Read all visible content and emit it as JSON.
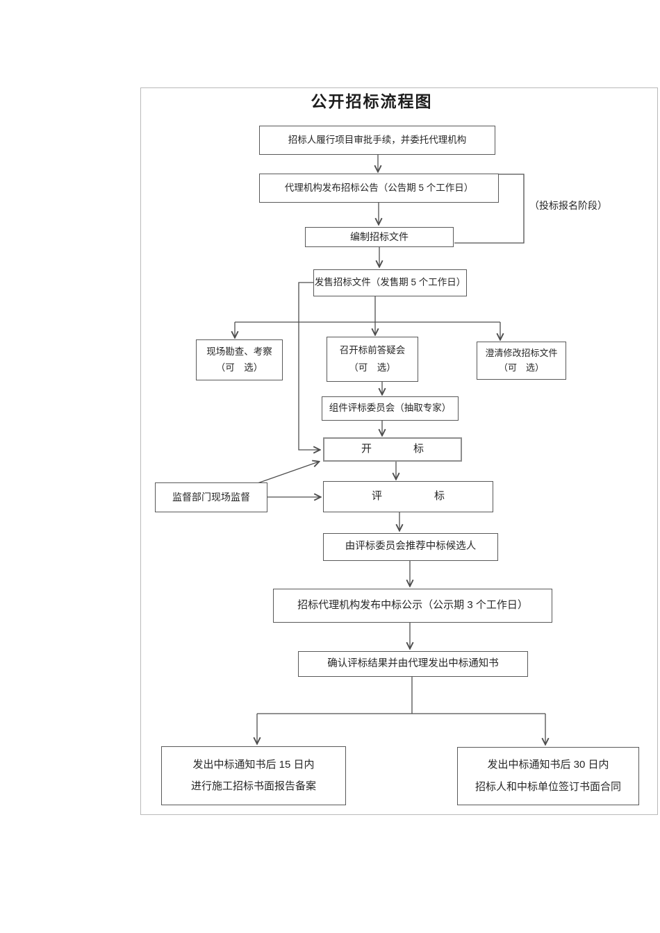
{
  "page": {
    "title": "公开招标流程图"
  },
  "nodes": {
    "approval": {
      "text": "招标人履行项目审批手续，并委托代理机构"
    },
    "announce": {
      "text": "代理机构发布招标公告（公告期 5 个工作日）"
    },
    "stage_note": {
      "text": "（投标报名阶段）"
    },
    "prepare": {
      "text": "编制招标文件"
    },
    "sell": {
      "text": "发售招标文件（发售期 5 个工作日）"
    },
    "survey": {
      "line1": "现场勘查、考察",
      "line2": "（可　选）"
    },
    "qa": {
      "line1": "召开标前答疑会",
      "line2": "（可　选）"
    },
    "clarify": {
      "line1": "澄清修改招标文件",
      "line2": "（可　选）"
    },
    "committee": {
      "text": "组件评标委员会（抽取专家）"
    },
    "open_bid": {
      "text": "开　　　　标"
    },
    "supervise": {
      "text": "监督部门现场监督"
    },
    "evaluate": {
      "text": "评　　　　　标"
    },
    "recommend": {
      "text": "由评标委员会推荐中标候选人"
    },
    "publicity": {
      "text": "招标代理机构发布中标公示（公示期 3 个工作日）"
    },
    "confirm": {
      "text": "确认评标结果并由代理发出中标通知书"
    },
    "record": {
      "line1": "发出中标通知书后 15 日内",
      "line2": "进行施工招标书面报告备案"
    },
    "contract": {
      "line1": "发出中标通知书后 30 日内",
      "line2": "招标人和中标单位签订书面合同"
    }
  },
  "colors": {
    "background": "#ffffff",
    "box_border": "#585858",
    "line": "#4d4d4d",
    "frame_border": "#b9b9b9",
    "text": "#262626"
  }
}
